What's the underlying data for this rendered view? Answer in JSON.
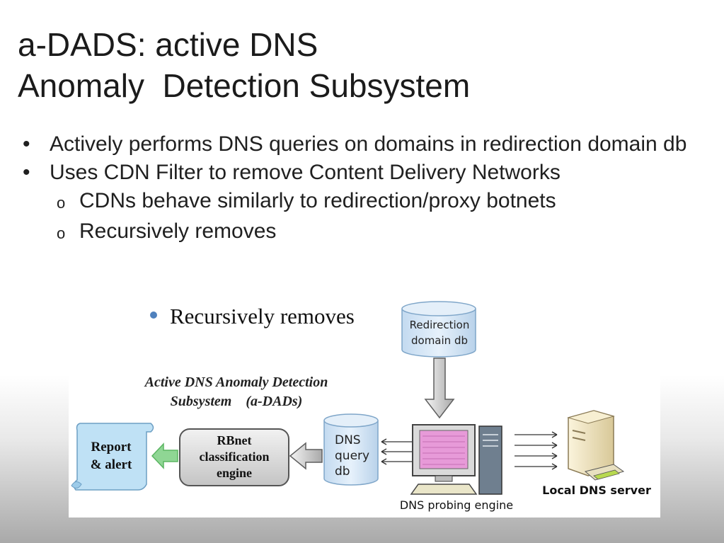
{
  "slide": {
    "title_line1": "a-DADS: active DNS",
    "title_line2": "Anomaly  Detection Subsystem",
    "bullets": [
      {
        "marker": "•",
        "text": "Actively performs DNS queries on domains in redirection domain db"
      },
      {
        "marker": "•",
        "text": "Uses CDN Filter to remove Content Delivery Networks"
      },
      {
        "marker": "o",
        "text": "CDNs behave similarly to redirection/proxy botnets"
      },
      {
        "marker": "o",
        "text": "Recursively removes"
      }
    ]
  },
  "figure": {
    "bullet_text": "Recursively removes",
    "subsystem_label_line1": "Active DNS Anomaly Detection",
    "subsystem_label_line2": "Subsystem    (a-DADs)",
    "redirection_db": [
      "Redirection",
      "domain db"
    ],
    "dns_query_db": [
      "DNS",
      "query",
      "db"
    ],
    "rbnet_engine": [
      "RBnet",
      "classification",
      "engine"
    ],
    "report": [
      "Report",
      "& alert"
    ],
    "probing_engine_label": "DNS probing engine",
    "local_dns_label": "Local DNS server",
    "colors": {
      "cylinder_fill": "#d7e8f7",
      "cylinder_stroke": "#7fa6c9",
      "arrow_green": "#8fd694",
      "engine_gray": "#d9d9d9",
      "scroll_blue": "#bfe1f5",
      "monitor_pink": "#e79ad8"
    }
  }
}
